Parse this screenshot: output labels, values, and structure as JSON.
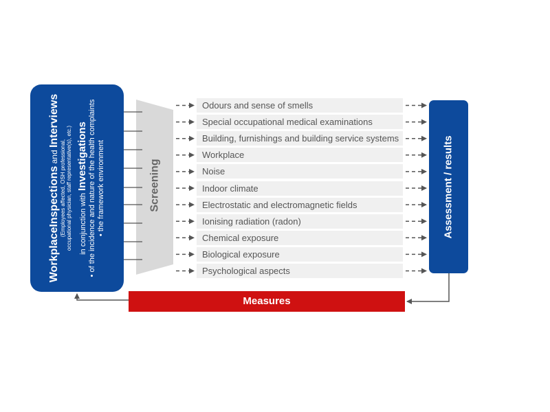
{
  "left_box": {
    "word1": "Workplace",
    "word2": "Inspections",
    "word3": " and ",
    "word4": "Interviews",
    "sub1": "(Employees affected, OSH professional,",
    "sub2": "occupational physician, staff representative(s), etc.)",
    "conj": "in conjunction with ",
    "investigations": "Investigations",
    "bullet1": "• of the incidence and nature of the health complaints",
    "bullet2": "• the framework environment"
  },
  "screening": "Screening",
  "items": [
    "Odours and sense of smells",
    "Special occupational medical examinations",
    "Building, furnishings  and building service systems",
    "Workplace",
    "Noise",
    "Indoor climate",
    "Electrostatic and electromagnetic fields",
    "Ionising radiation (radon)",
    "Chemical exposure",
    "Biological exposure",
    "Psychological aspects"
  ],
  "assessment": "Assessment / results",
  "measures": "Measures",
  "colors": {
    "blue": "#0d4a9c",
    "red": "#cf1111",
    "gray": "#d9d9d9"
  }
}
